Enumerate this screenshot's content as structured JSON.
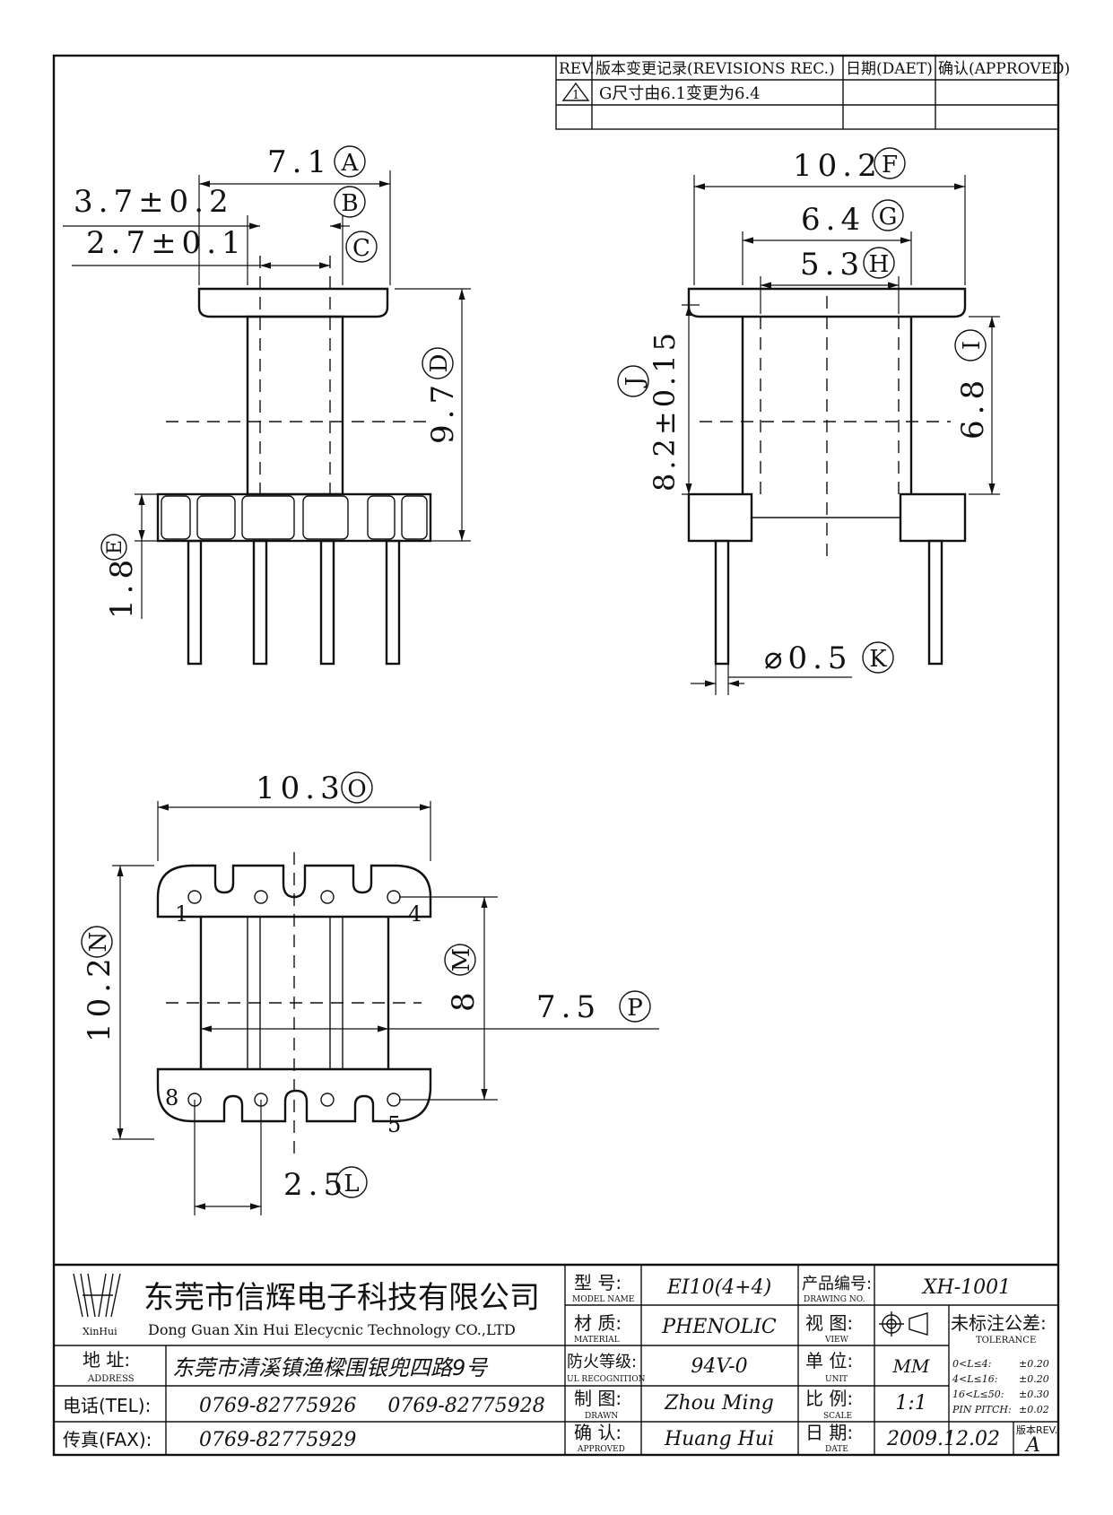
{
  "revisions": {
    "col_rev": "REV.",
    "col_record": "版本变更记录(REVISIONS REC.)",
    "col_date": "日期(DAET)",
    "col_approved": "确认(APPROVED)",
    "rows": [
      {
        "rev": "1",
        "record": "G尺寸由6.1变更为6.4",
        "date": "",
        "approved": ""
      },
      {
        "rev": "",
        "record": "",
        "date": "",
        "approved": ""
      }
    ]
  },
  "front_view": {
    "dim_a": "7.1",
    "tag_a": "A",
    "dim_b": "3.7±0.2",
    "tag_b": "B",
    "dim_c": "2.7±0.1",
    "tag_c": "C",
    "dim_d": "9.7",
    "tag_d": "D",
    "dim_e": "1.8",
    "tag_e": "E"
  },
  "side_view": {
    "dim_f": "10.2",
    "tag_f": "F",
    "dim_g": "6.4",
    "tag_g": "G",
    "dim_h": "5.3",
    "tag_h": "H",
    "dim_i": "6.8",
    "tag_i": "I",
    "dim_j": "8.2±0.15",
    "tag_j": "J",
    "dim_k": "⌀0.5",
    "tag_k": "K"
  },
  "bottom_view": {
    "dim_o": "10.3",
    "tag_o": "O",
    "dim_n": "10.2",
    "tag_n": "N",
    "dim_m": "8",
    "tag_m": "M",
    "dim_p": "7.5",
    "tag_p": "P",
    "dim_l": "2.5",
    "tag_l": "L",
    "pins": [
      "1",
      "4",
      "8",
      "5"
    ]
  },
  "title_block": {
    "logo_text": "XinHui",
    "company_cn": "东莞市信辉电子科技有限公司",
    "company_en": "Dong Guan Xin Hui Elecycnic Technology  CO.,LTD",
    "address_label": "地  址:",
    "address_label_en": "ADDRESS",
    "address": "东莞市清溪镇渔樑围银兜四路9号",
    "tel_label": "电话(TEL):",
    "tel": "0769-82775926     0769-82775928",
    "fax_label": "传真(FAX):",
    "fax": "0769-82775929",
    "model_label": "型  号:",
    "model_label_en": "MODEL NAME",
    "model": "EI10(4+4)",
    "material_label": "材  质:",
    "material_label_en": "MATERIAL",
    "material": "PHENOLIC",
    "ul_label": "防火等级:",
    "ul_label_en": "UL RECOGNITION",
    "ul": "94V-0",
    "drawn_label": "制  图:",
    "drawn_label_en": "DRAWN",
    "drawn": "Zhou Ming",
    "approved_label": "确  认:",
    "approved_label_en": "APPROVED",
    "approved": "Huang Hui",
    "drawing_no_label": "产品编号:",
    "drawing_no_label_en": "DRAWING NO.",
    "drawing_no": "XH-1001",
    "view_label": "视  图:",
    "view_label_en": "VIEW",
    "unit_label": "单  位:",
    "unit_label_en": "UNIT",
    "unit": "MM",
    "scale_label": "比  例:",
    "scale_label_en": "SCALE",
    "scale": "1:1",
    "date_label": "日  期:",
    "date_label_en": "DATE",
    "date": "2009.12.02",
    "tolerance_label": "未标注公差:",
    "tolerance_label_en": "TOLERANCE",
    "tolerances": [
      {
        "range": "0<L≤4:",
        "value": "±0.20"
      },
      {
        "range": "4<L≤16:",
        "value": "±0.20"
      },
      {
        "range": "16<L≤50:",
        "value": "±0.30"
      },
      {
        "range": "PIN PITCH:",
        "value": "±0.02"
      }
    ],
    "rev_label": "版本REV.",
    "rev": "A"
  }
}
